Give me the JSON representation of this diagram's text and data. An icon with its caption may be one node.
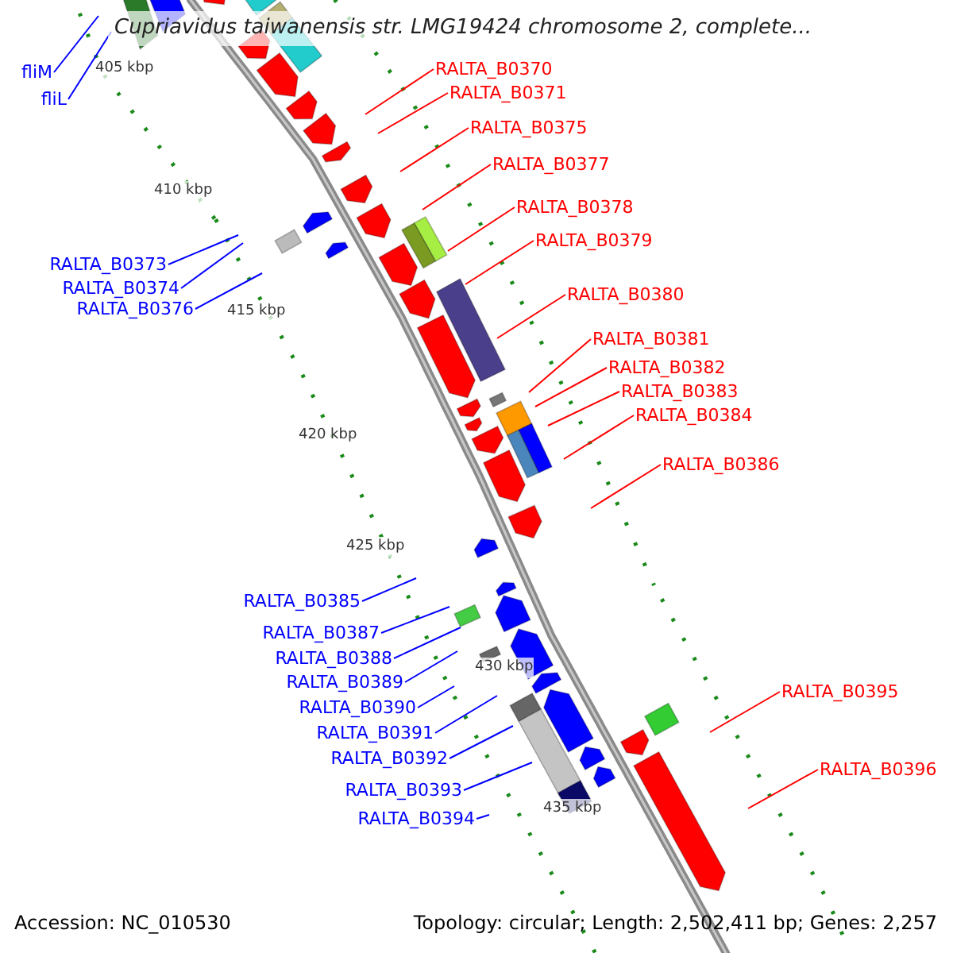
{
  "diagram": {
    "title": "Cupriavidus taiwanensis str. LMG19424 chromosome 2, complete...",
    "nodes": [
      {
        "text": [
          "fliM"
        ]
      },
      {
        "text": [
          "fliL"
        ]
      },
      {
        "text": [
          "RALTA_B0373"
        ]
      },
      {
        "text": [
          "RALTA_B0374"
        ]
      },
      {
        "text": [
          "RALTA_B0376"
        ]
      },
      {
        "text": [
          "RALTA_B0370"
        ]
      },
      {
        "text": [
          "RALTA_B0371"
        ]
      },
      {
        "text": [
          "RALTA_B0375"
        ]
      },
      {
        "text": [
          "RALTA_B0377"
        ]
      },
      {
        "text": [
          "RALTA_B0378"
        ]
      },
      {
        "text": [
          "RALTA_B0379"
        ]
      },
      {
        "text": [
          "RALTA_B0380"
        ]
      },
      {
        "text": [
          "RALTA_B0381"
        ]
      },
      {
        "text": [
          "RALTA_B0382"
        ]
      },
      {
        "text": [
          "RALTA_B0383"
        ]
      },
      {
        "text": [
          "RALTA_B0384"
        ]
      },
      {
        "text": [
          "RALTA_B0386"
        ]
      },
      {
        "text": [
          "RALTA_B0385"
        ]
      },
      {
        "text": [
          "RALTA_B0387"
        ]
      },
      {
        "text": [
          "RALTA_B0388"
        ]
      },
      {
        "text": [
          "RALTA_B0389"
        ]
      },
      {
        "text": [
          "RALTA_B0390"
        ]
      },
      {
        "text": [
          "RALTA_B0391"
        ]
      },
      {
        "text": [
          "RALTA_B0392"
        ]
      },
      {
        "text": [
          "RALTA_B0393"
        ]
      },
      {
        "text": [
          "RALTA_B0394"
        ]
      },
      {
        "text": [
          "RALTA_B0395"
        ]
      },
      {
        "text": [
          "RALTA_B0396"
        ]
      }
    ],
    "edges": [
      {
        "from": 0,
        "to": null,
        "arrow": "none",
        "color": "#0000ff"
      },
      {
        "from": 1,
        "to": null,
        "arrow": "none",
        "color": "#0000ff"
      },
      {
        "from": 2,
        "to": null,
        "arrow": "none",
        "color": "#0000ff"
      },
      {
        "from": 3,
        "to": null,
        "arrow": "none",
        "color": "#0000ff"
      },
      {
        "from": 4,
        "to": null,
        "arrow": "none",
        "color": "#0000ff"
      },
      {
        "from": 5,
        "to": null,
        "arrow": "none",
        "color": "#ff0000"
      },
      {
        "from": 6,
        "to": null,
        "arrow": "none",
        "color": "#ff0000"
      },
      {
        "from": 7,
        "to": null,
        "arrow": "none",
        "color": "#ff0000"
      },
      {
        "from": 8,
        "to": null,
        "arrow": "none",
        "color": "#ff0000"
      },
      {
        "from": 9,
        "to": null,
        "arrow": "none",
        "color": "#ff0000"
      },
      {
        "from": 10,
        "to": null,
        "arrow": "none",
        "color": "#ff0000"
      },
      {
        "from": 11,
        "to": null,
        "arrow": "none",
        "color": "#ff0000"
      },
      {
        "from": 12,
        "to": null,
        "arrow": "none",
        "color": "#ff0000"
      },
      {
        "from": 13,
        "to": null,
        "arrow": "none",
        "color": "#ff0000"
      },
      {
        "from": 14,
        "to": null,
        "arrow": "none",
        "color": "#ff0000"
      },
      {
        "from": 15,
        "to": null,
        "arrow": "none",
        "color": "#ff0000"
      },
      {
        "from": 16,
        "to": null,
        "arrow": "none",
        "color": "#ff0000"
      },
      {
        "from": 17,
        "to": null,
        "arrow": "none",
        "color": "#0000ff"
      },
      {
        "from": 18,
        "to": null,
        "arrow": "none",
        "color": "#0000ff"
      },
      {
        "from": 19,
        "to": null,
        "arrow": "none",
        "color": "#0000ff"
      },
      {
        "from": 20,
        "to": null,
        "arrow": "none",
        "color": "#0000ff"
      },
      {
        "from": 21,
        "to": null,
        "arrow": "none",
        "color": "#0000ff"
      },
      {
        "from": 22,
        "to": null,
        "arrow": "none",
        "color": "#0000ff"
      },
      {
        "from": 23,
        "to": null,
        "arrow": "none",
        "color": "#0000ff"
      },
      {
        "from": 24,
        "to": null,
        "arrow": "none",
        "color": "#0000ff"
      },
      {
        "from": 25,
        "to": null,
        "arrow": "none",
        "color": "#0000ff"
      },
      {
        "from": 26,
        "to": null,
        "arrow": "none",
        "color": "#ff0000"
      },
      {
        "from": 27,
        "to": null,
        "arrow": "none",
        "color": "#ff0000"
      }
    ],
    "labels": [
      "405 kbp",
      "410 kbp",
      "415 kbp",
      "420 kbp",
      "425 kbp",
      "430 kbp",
      "435 kbp",
      "Accession: NC_010530",
      "Topology: circular; Length: 2,502,411 bp; Genes: 2,257"
    ]
  }
}
